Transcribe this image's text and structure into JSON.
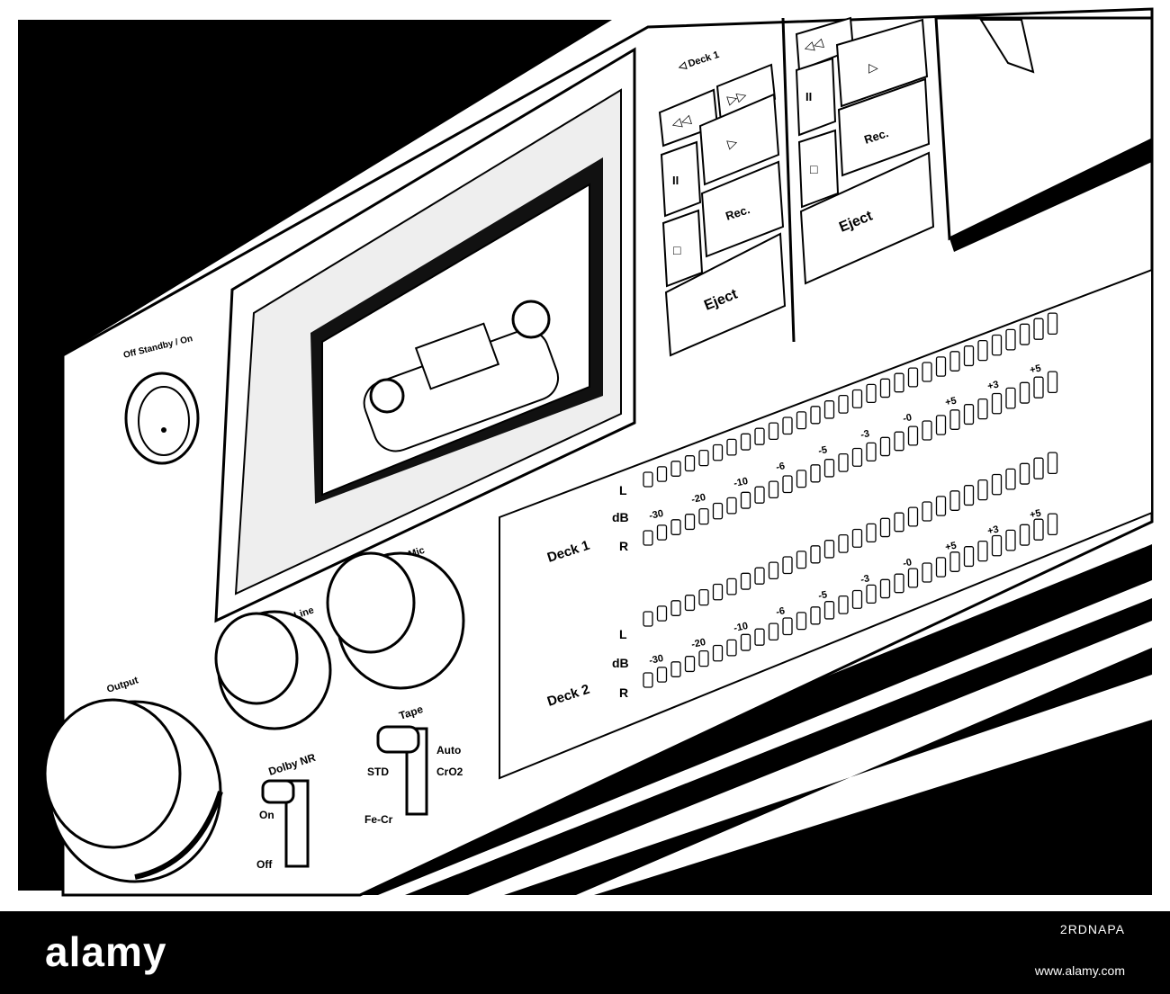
{
  "labels": {
    "deck1_top": "◁ Deck 1",
    "rew": "◁◁",
    "ff": "▷▷",
    "play": "▷",
    "pause": "II",
    "stop": "□",
    "rec": "Rec.",
    "eject": "Eject",
    "power": "Off Standby / On",
    "output": "Output",
    "line": "Line",
    "mic": "Mic",
    "dolby": "Dolby NR",
    "on": "On",
    "off": "Off",
    "tape": "Tape",
    "std": "STD",
    "auto": "Auto",
    "cro2": "CrO2",
    "fecr": "Fe-Cr",
    "l": "L",
    "r": "R",
    "db": "dB",
    "deck1": "Deck 1",
    "deck2": "Deck 2"
  },
  "meter_scale": [
    "-30",
    "-20",
    "-10",
    "-6",
    "-5",
    "-3",
    "-0",
    "+5",
    "+3",
    "+5"
  ],
  "watermark": {
    "brand": "alamy",
    "image_id": "2RDNAPA",
    "url": "www.alamy.com"
  },
  "colors": {
    "ink": "#000000",
    "paper": "#ffffff",
    "shade": "#e8e8e8"
  }
}
